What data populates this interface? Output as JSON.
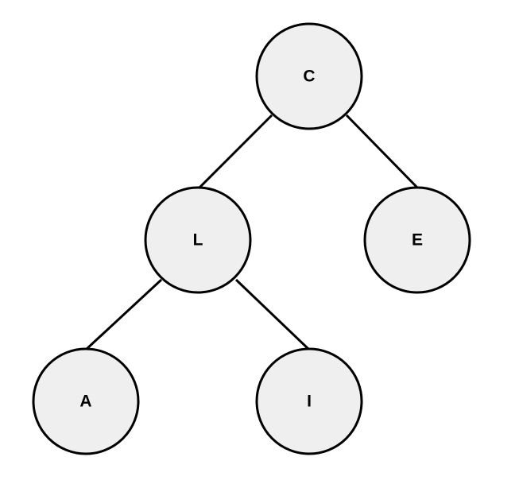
{
  "tree": {
    "nodes": [
      {
        "id": "C",
        "label": "C"
      },
      {
        "id": "L",
        "label": "L"
      },
      {
        "id": "E",
        "label": "E"
      },
      {
        "id": "A",
        "label": "A"
      },
      {
        "id": "I",
        "label": "I"
      }
    ],
    "edges": [
      {
        "from": "C",
        "to": "L"
      },
      {
        "from": "C",
        "to": "E"
      },
      {
        "from": "L",
        "to": "A"
      },
      {
        "from": "L",
        "to": "I"
      }
    ],
    "colors": {
      "node_fill": "#efefef",
      "stroke": "#000000",
      "background": "#ffffff"
    }
  }
}
